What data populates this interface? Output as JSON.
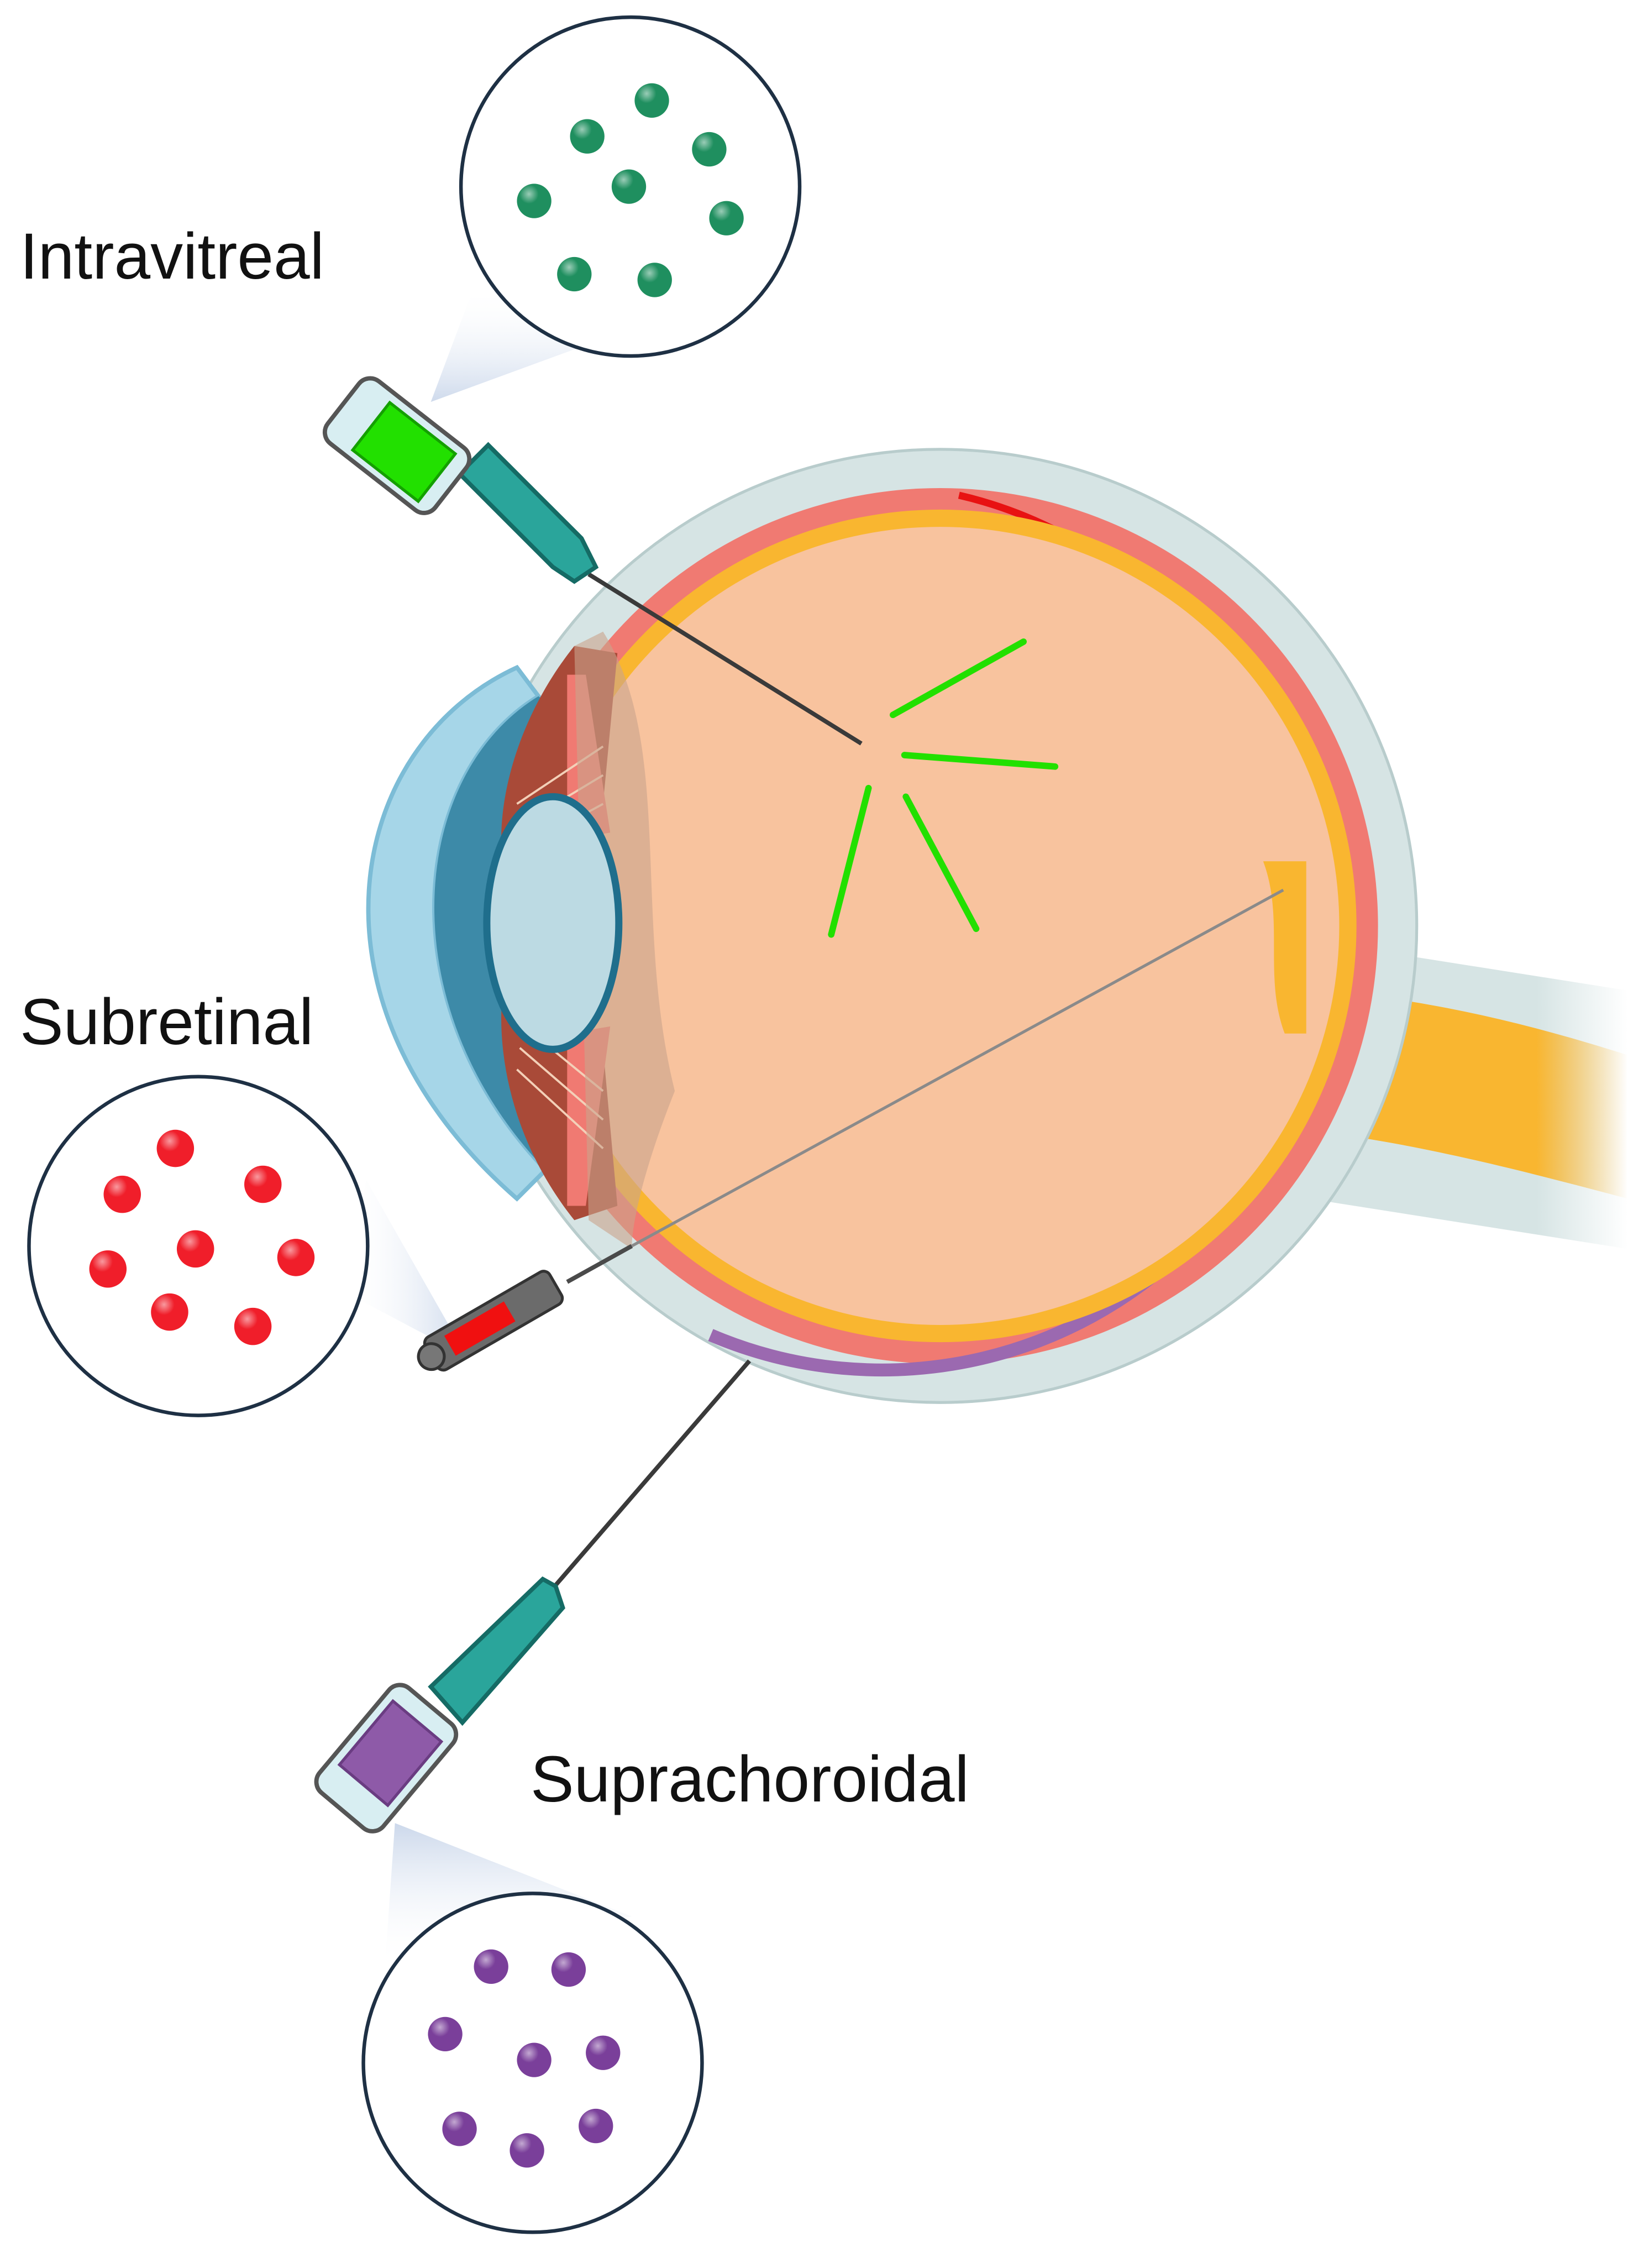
{
  "routes": [
    {
      "label": "Intravitreal",
      "particle_color": "#1f8f5f",
      "drug_color": "#22e000"
    },
    {
      "label": "Subretinal",
      "particle_color": "#f01e2a",
      "drug_color": "#f01010"
    },
    {
      "label": "Suprachoroidal",
      "particle_color": "#7a3f9a",
      "drug_color": "#8e5aa8"
    }
  ],
  "colors": {
    "sclera": "#d6e4e4",
    "choroid": "#f07a72",
    "retina": "#f9b630",
    "vitreous": "#f8c39e",
    "cornea": "#a6d6e8",
    "anterior_chamber": "#3d8aa8",
    "lens": "#bcdae3",
    "optic_nerve": "#f9b630",
    "needle_hub": "#2aa59b"
  }
}
